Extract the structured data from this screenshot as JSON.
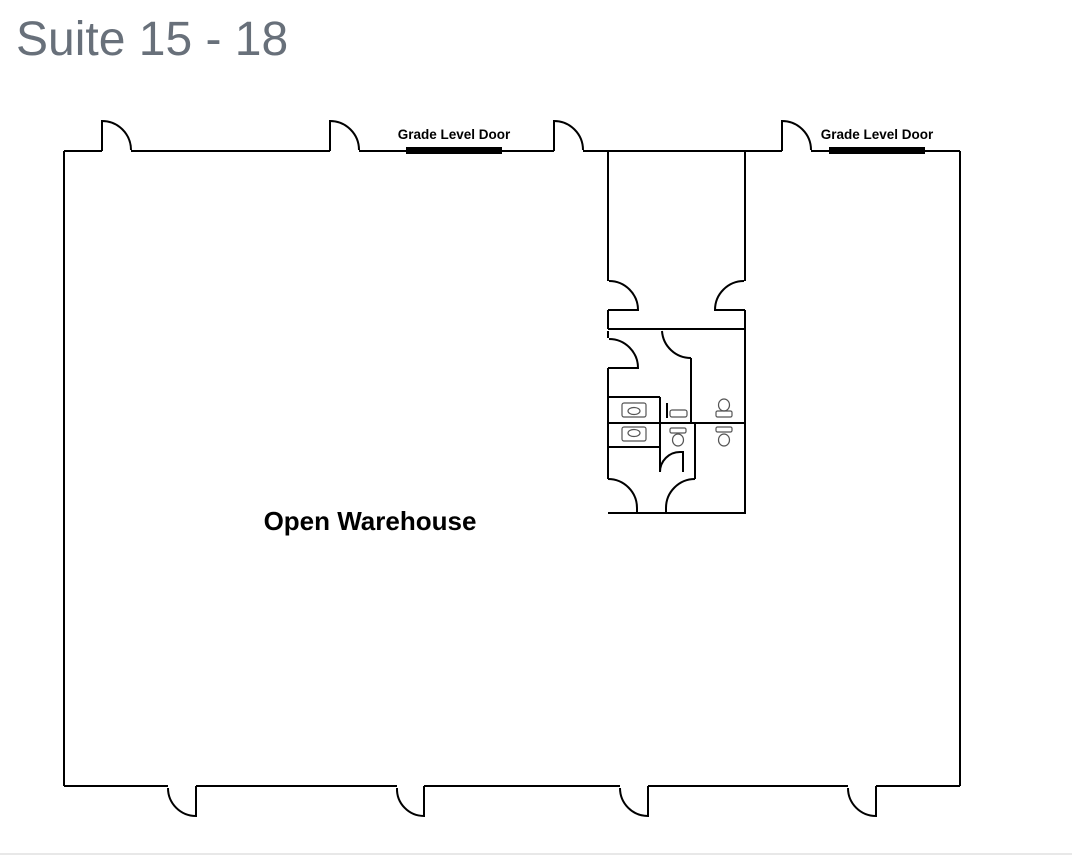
{
  "title": "Suite 15 - 18",
  "colors": {
    "title": "#68707a",
    "line": "#000000",
    "fixture": "#555555",
    "background": "#ffffff"
  },
  "labels": {
    "grade_level_door_left": "Grade Level Door",
    "grade_level_door_right": "Grade Level Door",
    "open_warehouse": "Open Warehouse"
  },
  "fixtures": {
    "sinks": [
      "sink-icon",
      "sink-icon"
    ],
    "toilets": [
      "toilet-icon",
      "toilet-icon",
      "toilet-icon",
      "toilet-icon"
    ]
  }
}
